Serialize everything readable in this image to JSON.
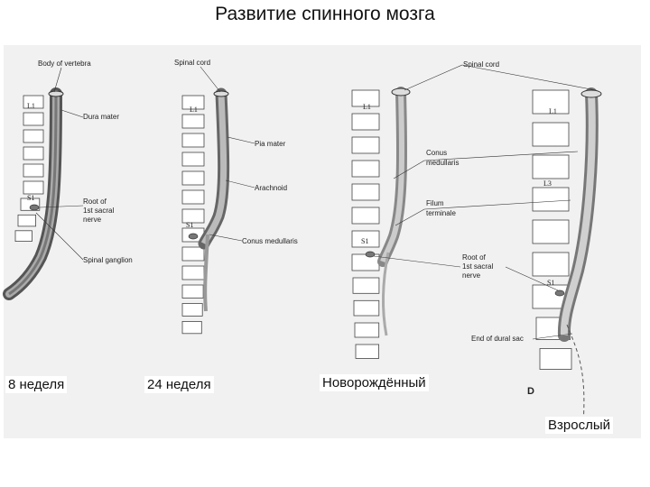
{
  "title": "Развитие спинного мозга",
  "labels": {
    "body_of_vertebra": "Body of vertebra",
    "spinal_cord": "Spinal cord",
    "dura_mater": "Dura mater",
    "pia_mater": "Pia mater",
    "arachnoid": "Arachnoid",
    "conus_medullaris": "Conus medullaris",
    "conus": "Conus",
    "medullaris": "medullaris",
    "filum": "Filum",
    "terminale": "terminale",
    "root_of": "Root of",
    "first_sacral": "1st sacral",
    "nerve": "nerve",
    "spinal_ganglion": "Spinal ganglion",
    "end_of_dural_sac": "End of dural sac"
  },
  "vertebra_labels": {
    "l1": "L1",
    "s1": "S1",
    "l3": "L3"
  },
  "panel_letter": "D",
  "stages": {
    "week8": "8 неделя",
    "week24": "24 неделя",
    "newborn": "Новорождённый",
    "adult": "Взрослый"
  }
}
